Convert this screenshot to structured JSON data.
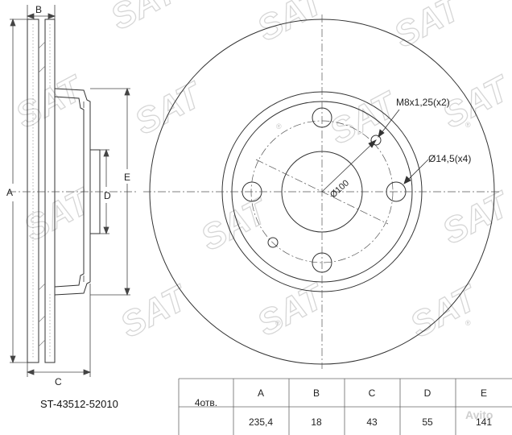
{
  "watermark": {
    "text": "SAT",
    "registered": "®"
  },
  "site_mark": "Avito",
  "side_view_labels": {
    "a": "A",
    "b": "B",
    "c": "C",
    "d": "D",
    "e": "E"
  },
  "callouts": {
    "thread": "M8x1,25(x2)",
    "hole": "Ø14,5(x4)",
    "pcd": "Ø100"
  },
  "spec_table": {
    "part_number": "ST-43512-52010",
    "holes": "4отв.",
    "headers": [
      "A",
      "B",
      "C",
      "D",
      "E"
    ],
    "values": [
      "235,4",
      "18",
      "43",
      "55",
      "141"
    ]
  }
}
